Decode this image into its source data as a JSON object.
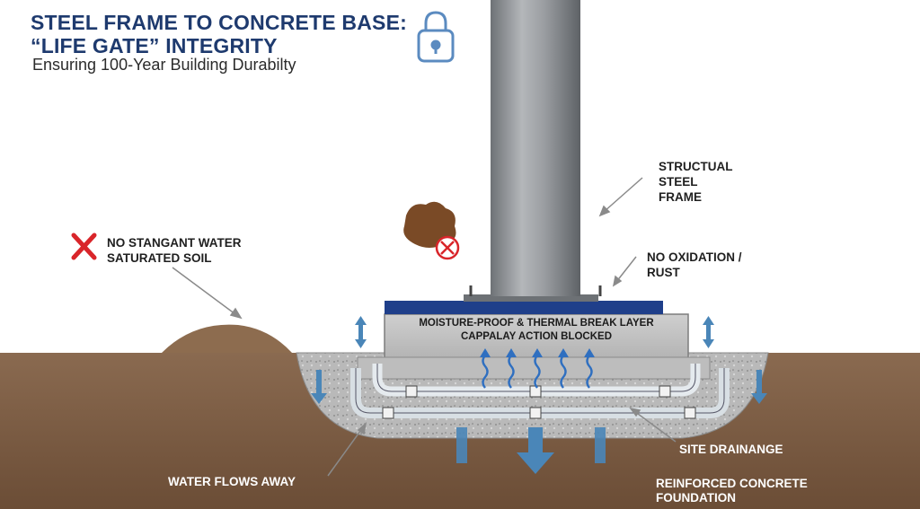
{
  "header": {
    "title_line1": "STEEL FRAME TO CONCRETE BASE:",
    "title_line2": "“LIFE GATE” INTEGRITY",
    "subtitle": "Ensuring 100-Year Building Durabilty",
    "lock_icon": "padlock-icon"
  },
  "labels": {
    "steel_frame": [
      "STRUCTUAL",
      "STEEL",
      "FRAME"
    ],
    "no_rust": [
      "NO OXIDATION /",
      "RUST"
    ],
    "no_water": [
      "NO STANGANT WATER",
      "SATURATED SOIL"
    ],
    "break_layer_line1": "MOISTURE-PROOF & THERMAL BREAK LAYER",
    "break_layer_line2": "CAPPALAY ACTION BLOCKED",
    "water_flows": "WATER FLOWS AWAY",
    "site_drainage": "SITE DRAINANGE",
    "foundation": [
      "REINFORCED CONCRETE",
      "FOUNDATION"
    ]
  },
  "colors": {
    "title": "#1e3a6e",
    "steel": "#8c8f92",
    "plate": "#1f3f8a",
    "water_arrow": "#4a86b8",
    "soil": "#7a5b42",
    "gravel": "#b9b9b9",
    "cross": "#d9252a"
  }
}
